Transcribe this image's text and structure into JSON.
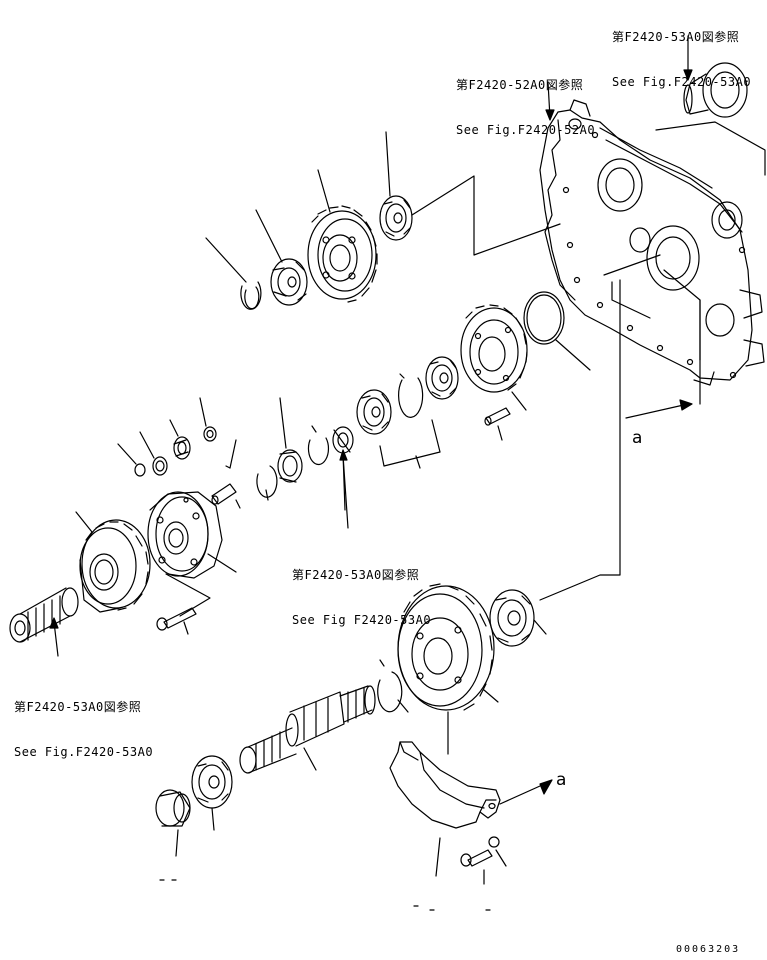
{
  "references": {
    "top_right": {
      "jp": "第F2420-53A0図参照",
      "en": "See Fig.F2420-53A0"
    },
    "housing": {
      "jp": "第F2420-52A0図参照",
      "en": "See Fig.F2420-52A0"
    },
    "center": {
      "jp": "第F2420-53A0図参照",
      "en": "See Fig F2420-53A0"
    },
    "left": {
      "jp": "第F2420-53A0図参照",
      "en": "See Fig.F2420-53A0"
    }
  },
  "callouts": {
    "upper": "a",
    "lower": "a"
  },
  "document_number": "00063203"
}
